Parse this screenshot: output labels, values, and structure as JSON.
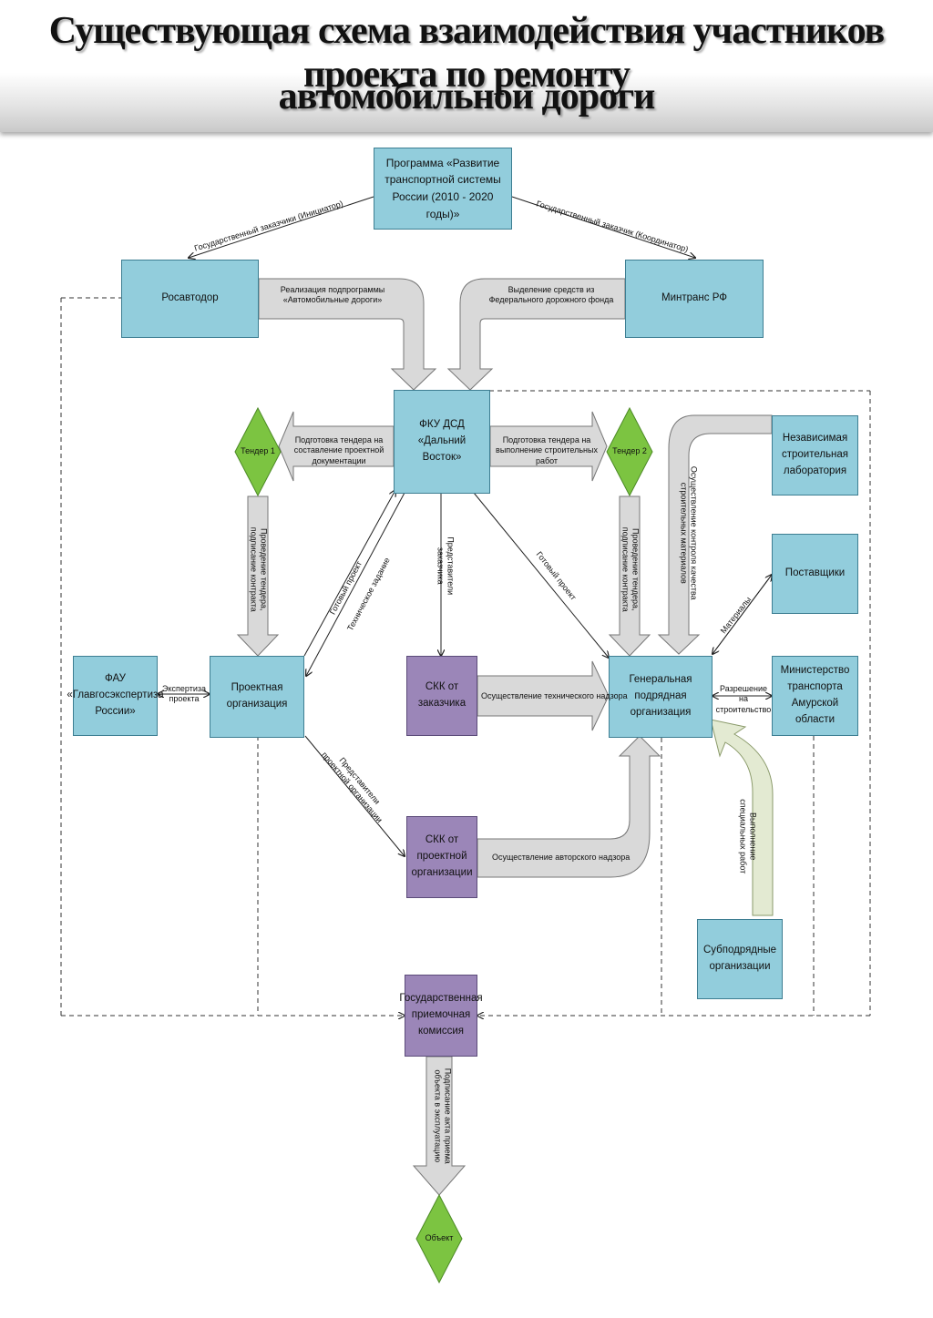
{
  "title": {
    "line1": "Существующая схема взаимодействия участников проекта по ремонту",
    "line2": "автомобильной дороги"
  },
  "boxes": {
    "program": "Программа «Развитие транспортной системы России (2010 - 2020 годы)»",
    "rosavtodor": "Росавтодор",
    "mintrans": "Минтранс РФ",
    "fku": "ФКУ ДСД «Дальний Восток»",
    "independent_lab": "Независимая строительная лаборатория",
    "suppliers": "Поставщики",
    "fau": "ФАУ «Главгосэкспертиза России»",
    "design_org": "Проектная организация",
    "skk_customer": "СКК от заказчика",
    "general_contractor": "Генеральная подрядная организация",
    "ministry_amur": "Министерство транспорта Амурской области",
    "skk_design": "СКК от проектной организации",
    "subcontractors": "Субподрядные организации",
    "commission": "Государственная приемочная комиссия"
  },
  "diamonds": {
    "tender1": "Тендер 1",
    "tender2": "Тендер 2",
    "object": "Объект"
  },
  "labels": {
    "customer_initiator": "Государственный заказчики (Инициатор)",
    "customer_coordinator": "Государственный заказчик (Координатор)",
    "subprogram_impl": "Реализация подпрограммы «Автомобильные дороги»",
    "funds_allocation": "Выделение средств из Федерального дорожного фонда",
    "tender_design_prep": "Подготовка тендера на составление проектной документации",
    "tender_works_prep": "Подготовка тендера на выполнение строительных работ",
    "tender_contract_1": "Проведение тендера, подписание контракта",
    "tender_contract_2": "Проведение тендера, подписание контракта",
    "finished_project_1": "Готовый проект",
    "tech_task": "Техническое задание",
    "customer_reps": "Представители заказчика",
    "finished_project_2": "Готовый проект",
    "quality_control": "Осуществление контроля качества строительных материалов",
    "materials": "Материалы",
    "expertise": "Экспертиза проекта",
    "tech_supervision": "Осуществление технического надзора",
    "construction_permit": "Разрешение на строительство",
    "design_reps": "Представители проектной организации",
    "author_supervision": "Осуществление авторского надзора",
    "special_works": "Выполнение специальных работ",
    "act_signing": "Подписание акта приема объекта в эксплуатацию"
  },
  "colors": {
    "blue_box": "#92cddc",
    "purple_box": "#9b86b8",
    "diamond": "#7cc441",
    "gray_arrow": "#d9d9d9",
    "green_arrow": "#e3ead2"
  }
}
